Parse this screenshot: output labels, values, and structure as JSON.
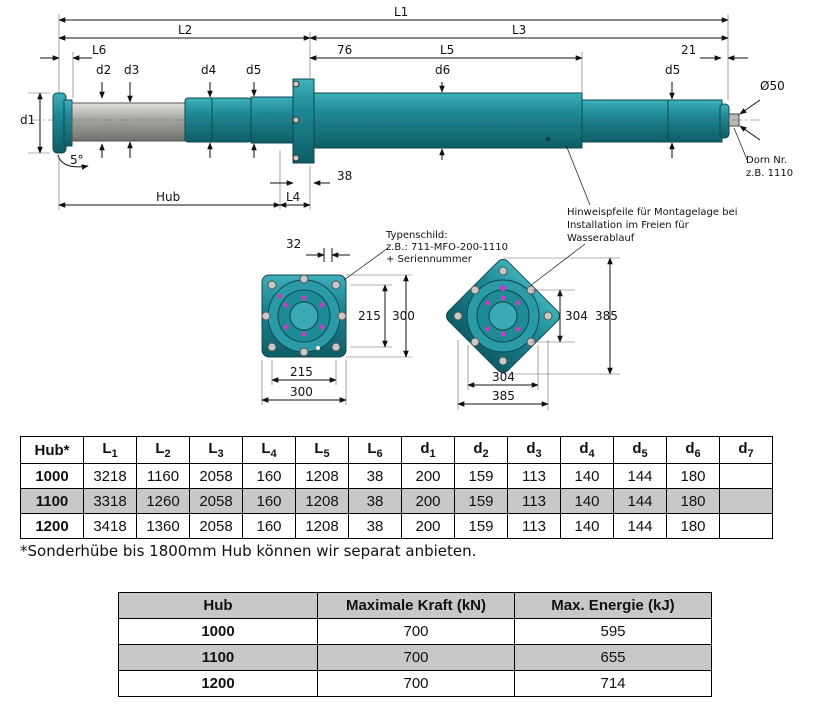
{
  "drawing": {
    "labels": {
      "L1": "L1",
      "L2": "L2",
      "L3": "L3",
      "L4": "L4",
      "L5": "L5",
      "L6": "L6",
      "d1": "d1",
      "d2": "d2",
      "d3": "d3",
      "d4": "d4",
      "d5": "d5",
      "d6": "d6",
      "d5b": "d5",
      "dim_76": "76",
      "dim_21": "21",
      "dim_38": "38",
      "dim_32": "32",
      "angle": "5°",
      "phi50": "Ø50",
      "hub": "Hub",
      "dorn1": "Dorn Nr.",
      "dorn2": "z.B. 1110",
      "typ1": "Typenschild:",
      "typ2": "z.B.: 711-MFO-200-1110",
      "typ3": "+ Seriennummer",
      "hint1": "Hinweispfeile für Montagelage bei",
      "hint2": "Installation im Freien für",
      "hint3": "Wasserablauf",
      "sq_215v": "215",
      "sq_300v": "300",
      "sq_215h": "215",
      "sq_300h": "300",
      "dia_304v": "304",
      "dia_385v": "385",
      "dia_304h": "304",
      "dia_385h": "385"
    },
    "colors": {
      "body": "#1e8a96",
      "rod": "#a7a9a5",
      "dark": "#0f5c66",
      "bolt": "#c9c9c9",
      "accent": "#c040c0"
    }
  },
  "spec_table": {
    "headers": [
      {
        "main": "Hub*",
        "sub": ""
      },
      {
        "main": "L",
        "sub": "1"
      },
      {
        "main": "L",
        "sub": "2"
      },
      {
        "main": "L",
        "sub": "3"
      },
      {
        "main": "L",
        "sub": "4"
      },
      {
        "main": "L",
        "sub": "5"
      },
      {
        "main": "L",
        "sub": "6"
      },
      {
        "main": "d",
        "sub": "1"
      },
      {
        "main": "d",
        "sub": "2"
      },
      {
        "main": "d",
        "sub": "3"
      },
      {
        "main": "d",
        "sub": "4"
      },
      {
        "main": "d",
        "sub": "5"
      },
      {
        "main": "d",
        "sub": "6"
      },
      {
        "main": "d",
        "sub": "7"
      }
    ],
    "rows": [
      [
        "1000",
        "3218",
        "1160",
        "2058",
        "160",
        "1208",
        "38",
        "200",
        "159",
        "113",
        "140",
        "144",
        "180",
        ""
      ],
      [
        "1100",
        "3318",
        "1260",
        "2058",
        "160",
        "1208",
        "38",
        "200",
        "159",
        "113",
        "140",
        "144",
        "180",
        ""
      ],
      [
        "1200",
        "3418",
        "1360",
        "2058",
        "160",
        "1208",
        "38",
        "200",
        "159",
        "113",
        "140",
        "144",
        "180",
        ""
      ]
    ]
  },
  "note": "*Sonderhübe bis 1800mm Hub können wir separat anbieten.",
  "energy_table": {
    "headers": [
      "Hub",
      "Maximale Kraft (kN)",
      "Max. Energie (kJ)"
    ],
    "rows": [
      [
        "1000",
        "700",
        "595"
      ],
      [
        "1100",
        "700",
        "655"
      ],
      [
        "1200",
        "700",
        "714"
      ]
    ]
  }
}
